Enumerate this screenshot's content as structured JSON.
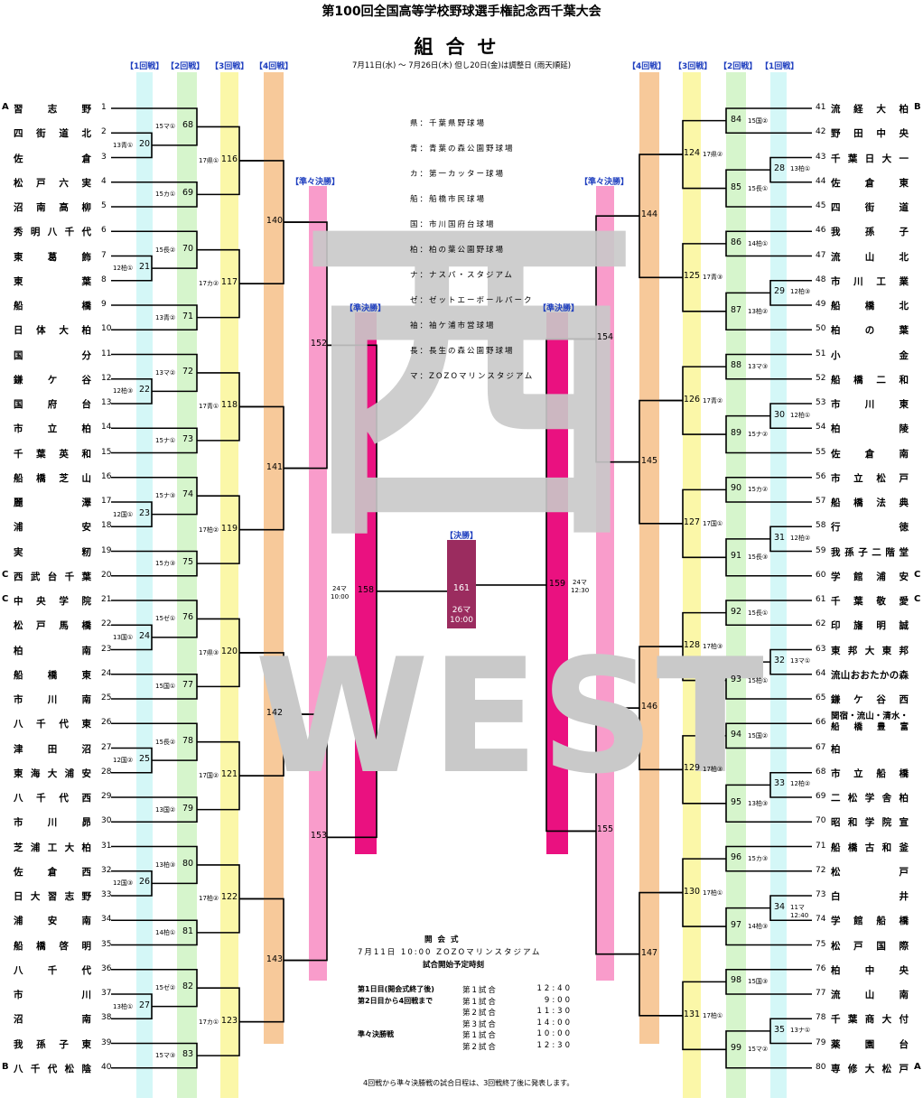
{
  "header": {
    "title": "第100回全国高等学校野球選手権記念西千葉大会",
    "subtitle": "組合せ",
    "dates": "7月11日(水) ～ 7月26日(木) 但し20日(金)は調整日 (雨天順延)"
  },
  "round_labels_left": [
    "【1回戦】",
    "【2回戦】",
    "【3回戦】",
    "【4回戦】"
  ],
  "round_labels_right": [
    "【4回戦】",
    "【3回戦】",
    "【2回戦】",
    "【1回戦】"
  ],
  "qf_label": "【準々決勝】",
  "sf_label": "【準決勝】",
  "final_label": "【決勝】",
  "left_teams": [
    {
      "n": "1",
      "name": "習志野",
      "mark": "A"
    },
    {
      "n": "2",
      "name": "四街道北"
    },
    {
      "n": "3",
      "name": "佐倉"
    },
    {
      "n": "4",
      "name": "松戸六実"
    },
    {
      "n": "5",
      "name": "沼南高柳"
    },
    {
      "n": "6",
      "name": "秀明八千代"
    },
    {
      "n": "7",
      "name": "東葛飾"
    },
    {
      "n": "8",
      "name": "東葉"
    },
    {
      "n": "9",
      "name": "船橋"
    },
    {
      "n": "10",
      "name": "日体大柏"
    },
    {
      "n": "11",
      "name": "国分"
    },
    {
      "n": "12",
      "name": "鎌ケ谷"
    },
    {
      "n": "13",
      "name": "国府台"
    },
    {
      "n": "14",
      "name": "市立柏"
    },
    {
      "n": "15",
      "name": "千葉英和"
    },
    {
      "n": "16",
      "name": "船橋芝山"
    },
    {
      "n": "17",
      "name": "麗澤"
    },
    {
      "n": "18",
      "name": "浦安"
    },
    {
      "n": "19",
      "name": "実籾"
    },
    {
      "n": "20",
      "name": "西武台千葉",
      "mark": "C"
    },
    {
      "n": "21",
      "name": "中央学院",
      "mark": "C"
    },
    {
      "n": "22",
      "name": "松戸馬橋"
    },
    {
      "n": "23",
      "name": "柏南"
    },
    {
      "n": "24",
      "name": "船橋東"
    },
    {
      "n": "25",
      "name": "市川南"
    },
    {
      "n": "26",
      "name": "八千代東"
    },
    {
      "n": "27",
      "name": "津田沼"
    },
    {
      "n": "28",
      "name": "東海大浦安"
    },
    {
      "n": "29",
      "name": "八千代西"
    },
    {
      "n": "30",
      "name": "市川昴"
    },
    {
      "n": "31",
      "name": "芝浦工大柏"
    },
    {
      "n": "32",
      "name": "佐倉西"
    },
    {
      "n": "33",
      "name": "日大習志野"
    },
    {
      "n": "34",
      "name": "浦安南"
    },
    {
      "n": "35",
      "name": "船橋啓明"
    },
    {
      "n": "36",
      "name": "八千代"
    },
    {
      "n": "37",
      "name": "市川"
    },
    {
      "n": "38",
      "name": "沼南"
    },
    {
      "n": "39",
      "name": "我孫子東"
    },
    {
      "n": "40",
      "name": "八千代松陰",
      "mark": "B"
    }
  ],
  "right_teams": [
    {
      "n": "41",
      "name": "流経大柏",
      "mark": "B"
    },
    {
      "n": "42",
      "name": "野田中央"
    },
    {
      "n": "43",
      "name": "千葉日大一"
    },
    {
      "n": "44",
      "name": "佐倉東"
    },
    {
      "n": "45",
      "name": "四街道"
    },
    {
      "n": "46",
      "name": "我孫子"
    },
    {
      "n": "47",
      "name": "流山北"
    },
    {
      "n": "48",
      "name": "市川工業"
    },
    {
      "n": "49",
      "name": "船橋北"
    },
    {
      "n": "50",
      "name": "柏の葉"
    },
    {
      "n": "51",
      "name": "小金"
    },
    {
      "n": "52",
      "name": "船橋二和"
    },
    {
      "n": "53",
      "name": "市川東"
    },
    {
      "n": "54",
      "name": "柏陵"
    },
    {
      "n": "55",
      "name": "佐倉南"
    },
    {
      "n": "56",
      "name": "市立松戸"
    },
    {
      "n": "57",
      "name": "船橋法典"
    },
    {
      "n": "58",
      "name": "行徳"
    },
    {
      "n": "59",
      "name": "我孫子二階堂"
    },
    {
      "n": "60",
      "name": "学館浦安",
      "mark": "C"
    },
    {
      "n": "61",
      "name": "千葉敬愛",
      "mark": "C"
    },
    {
      "n": "62",
      "name": "印旛明誠"
    },
    {
      "n": "63",
      "name": "東邦大東邦"
    },
    {
      "n": "64",
      "name": "流山おおたかの森"
    },
    {
      "n": "65",
      "name": "鎌ケ谷西"
    },
    {
      "n": "66",
      "name": "関宿・流山・清水・船橋豊富"
    },
    {
      "n": "67",
      "name": "柏"
    },
    {
      "n": "68",
      "name": "市立船橋"
    },
    {
      "n": "69",
      "name": "二松学舎柏"
    },
    {
      "n": "70",
      "name": "昭和学院宣"
    },
    {
      "n": "71",
      "name": "船橋古和釜"
    },
    {
      "n": "72",
      "name": "松戸"
    },
    {
      "n": "73",
      "name": "白井"
    },
    {
      "n": "74",
      "name": "学館船橋"
    },
    {
      "n": "75",
      "name": "松戸国際"
    },
    {
      "n": "76",
      "name": "柏中央"
    },
    {
      "n": "77",
      "name": "流山南"
    },
    {
      "n": "78",
      "name": "千葉商大付"
    },
    {
      "n": "79",
      "name": "薬園台"
    },
    {
      "n": "80",
      "name": "専修大松戸",
      "mark": "A"
    }
  ],
  "r1_left": [
    {
      "g": "20",
      "info": "13青①"
    },
    {
      "g": "21",
      "info": "12柏①"
    },
    {
      "g": "22",
      "info": "12柏③"
    },
    {
      "g": "23",
      "info": "12国①"
    },
    {
      "g": "24",
      "info": "13国①"
    },
    {
      "g": "25",
      "info": "12国②"
    },
    {
      "g": "26",
      "info": "12国③"
    },
    {
      "g": "27",
      "info": "13柏①"
    }
  ],
  "r1_right": [
    {
      "g": "28",
      "info": "13柏①"
    },
    {
      "g": "29",
      "info": "12柏③"
    },
    {
      "g": "30",
      "info": "12柏①"
    },
    {
      "g": "31",
      "info": "12柏②"
    },
    {
      "g": "32",
      "info": "13マ①"
    },
    {
      "g": "33",
      "info": "12柏②"
    },
    {
      "g": "34",
      "info": "11マ 12:40"
    },
    {
      "g": "35",
      "info": "13ナ①"
    }
  ],
  "r2_left": [
    {
      "g": "68",
      "info": "15マ①"
    },
    {
      "g": "69",
      "info": "15カ①"
    },
    {
      "g": "70",
      "info": "15長②"
    },
    {
      "g": "71",
      "info": "13青②"
    },
    {
      "g": "72",
      "info": "13マ②"
    },
    {
      "g": "73",
      "info": "15ナ①"
    },
    {
      "g": "74",
      "info": "15ナ③"
    },
    {
      "g": "75",
      "info": "15カ③"
    },
    {
      "g": "76",
      "info": "15ゼ①"
    },
    {
      "g": "77",
      "info": "15国①"
    },
    {
      "g": "78",
      "info": "15長②"
    },
    {
      "g": "79",
      "info": "13国②"
    },
    {
      "g": "80",
      "info": "13柏③"
    },
    {
      "g": "81",
      "info": "14柏①"
    },
    {
      "g": "82",
      "info": "15ゼ②"
    },
    {
      "g": "83",
      "info": "15マ③"
    }
  ],
  "r2_right": [
    {
      "g": "84",
      "info": "15国②"
    },
    {
      "g": "85",
      "info": "15長①"
    },
    {
      "g": "86",
      "info": "14柏①"
    },
    {
      "g": "87",
      "info": "13柏②"
    },
    {
      "g": "88",
      "info": "13マ③"
    },
    {
      "g": "89",
      "info": "15ナ②"
    },
    {
      "g": "90",
      "info": "15カ②"
    },
    {
      "g": "91",
      "info": "15長③"
    },
    {
      "g": "92",
      "info": "15長①"
    },
    {
      "g": "93",
      "info": "15柏①"
    },
    {
      "g": "94",
      "info": "15国②"
    },
    {
      "g": "95",
      "info": "13柏③"
    },
    {
      "g": "96",
      "info": "15カ③"
    },
    {
      "g": "97",
      "info": "14柏③"
    },
    {
      "g": "98",
      "info": "15国③"
    },
    {
      "g": "99",
      "info": "15マ②"
    }
  ],
  "r3_left": [
    {
      "g": "116",
      "info": "17県①"
    },
    {
      "g": "117",
      "info": "17カ②"
    },
    {
      "g": "118",
      "info": "17青①"
    },
    {
      "g": "119",
      "info": "17柏②"
    },
    {
      "g": "120",
      "info": "17県③"
    },
    {
      "g": "121",
      "info": "17国②"
    },
    {
      "g": "122",
      "info": "17柏②"
    },
    {
      "g": "123",
      "info": "17カ①"
    }
  ],
  "r3_right": [
    {
      "g": "124",
      "info": "17県②"
    },
    {
      "g": "125",
      "info": "17青③"
    },
    {
      "g": "126",
      "info": "17青②"
    },
    {
      "g": "127",
      "info": "17国①"
    },
    {
      "g": "128",
      "info": "17柏③"
    },
    {
      "g": "129",
      "info": "17柏③"
    },
    {
      "g": "130",
      "info": "17柏①"
    },
    {
      "g": "131",
      "info": "17柏①"
    }
  ],
  "r4_left": [
    "140",
    "141",
    "142",
    "143"
  ],
  "r4_right": [
    "144",
    "145",
    "146",
    "147"
  ],
  "qf_left": [
    "152",
    "153"
  ],
  "qf_right": [
    "154",
    "155"
  ],
  "sf_left": {
    "g": "158",
    "info1": "24マ",
    "info2": "10:00"
  },
  "sf_right": {
    "g": "159",
    "info1": "24マ",
    "info2": "12:30"
  },
  "final": {
    "g": "161",
    "info1": "26マ",
    "info2": "10:00"
  },
  "venues": [
    "県：千葉県野球場",
    "青：青葉の森公園野球場",
    "カ：第一カッター球場",
    "船：船橋市民球場",
    "国：市川国府台球場",
    "柏：柏の葉公園野球場",
    "ナ：ナスパ・スタジアム",
    "ゼ：ゼットエーボールパーク",
    "袖：袖ケ浦市営球場",
    "長：長生の森公園野球場",
    "マ：ZOZOマリンスタジアム"
  ],
  "ceremony": {
    "title": "開会式",
    "detail": "7月11日 10:00 ZOZOマリンスタジアム",
    "times_title": "試合開始予定時刻"
  },
  "schedule": [
    {
      "day": "第1日目(開会式終了後)",
      "game": "第1試合",
      "time": "12:40"
    },
    {
      "day": "第2日目から4回戦まで",
      "game": "第1試合",
      "time": "9:00"
    },
    {
      "day": "",
      "game": "第2試合",
      "time": "11:30"
    },
    {
      "day": "",
      "game": "第3試合",
      "time": "14:00"
    },
    {
      "day": "準々決勝戦",
      "game": "第1試合",
      "time": "10:00"
    },
    {
      "day": "",
      "game": "第2試合",
      "time": "12:30"
    }
  ],
  "footnote": "4回戦から準々決勝戦の試合日程は、3回戦終了後に発表します。",
  "watermark": {
    "kanji": "西",
    "latin": "WEST"
  },
  "colors": {
    "r1": "#d4f7f7",
    "r2": "#d6f5cc",
    "r3": "#fbf7a8",
    "r4": "#f7c99a",
    "qf": "#f99ccb",
    "sf": "#ea1180",
    "final": "#9b2c5f",
    "round_label": "#1f3fbf"
  }
}
